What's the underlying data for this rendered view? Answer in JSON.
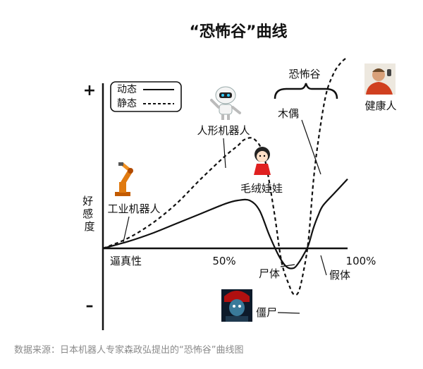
{
  "chart_data": {
    "type": "line",
    "title": "“恐怖谷”曲线",
    "ylabel": "好感度",
    "xlabel": "逼真性",
    "y_ticks": {
      "top": "+",
      "bottom": "–"
    },
    "x_ticks": [
      "50%",
      "100%"
    ],
    "xlim": [
      0,
      100
    ],
    "ylim": [
      -1,
      1
    ],
    "legend": {
      "placement": "top-left",
      "entries": [
        "动态",
        "静态"
      ]
    },
    "series": [
      {
        "name": "动态",
        "style": "solid",
        "x": [
          0,
          10,
          20,
          30,
          40,
          50,
          55,
          60,
          64,
          68,
          72,
          75,
          78,
          80,
          82,
          84,
          86,
          88,
          90,
          95,
          100
        ],
        "y": [
          0,
          0.04,
          0.09,
          0.15,
          0.21,
          0.27,
          0.29,
          0.29,
          0.23,
          0.08,
          -0.12,
          -0.28,
          -0.3,
          -0.22,
          -0.1,
          0.02,
          0.12,
          0.2,
          0.26,
          0.34,
          0.42
        ]
      },
      {
        "name": "静态",
        "style": "dashed",
        "x": [
          0,
          10,
          20,
          30,
          40,
          50,
          55,
          58,
          62,
          66,
          70,
          73,
          76,
          78,
          80,
          82,
          84,
          86,
          88,
          91,
          94,
          97,
          100
        ],
        "y": [
          0,
          0.06,
          0.15,
          0.27,
          0.42,
          0.56,
          0.62,
          0.66,
          0.66,
          0.55,
          0.22,
          -0.2,
          -0.55,
          -0.7,
          -0.66,
          -0.35,
          0.05,
          0.4,
          0.65,
          0.92,
          1.05,
          1.12,
          1.16
        ]
      }
    ],
    "annotations": [
      {
        "text": "工业机器人",
        "icon": "industrial-robot-arm-icon"
      },
      {
        "text": "人形机器人",
        "icon": "humanoid-robot-icon"
      },
      {
        "text": "毛绒娃娃",
        "icon": "plush-doll-icon"
      },
      {
        "text": "恐怖谷",
        "icon": "curly-brace-icon"
      },
      {
        "text": "木偶"
      },
      {
        "text": "健康人",
        "icon": "healthy-person-photo"
      },
      {
        "text": "尸体"
      },
      {
        "text": "假体"
      },
      {
        "text": "僵尸",
        "icon": "zombie-photo"
      }
    ],
    "source": "数据来源：日本机器人专家森政弘提出的“恐怖谷”曲线图"
  }
}
